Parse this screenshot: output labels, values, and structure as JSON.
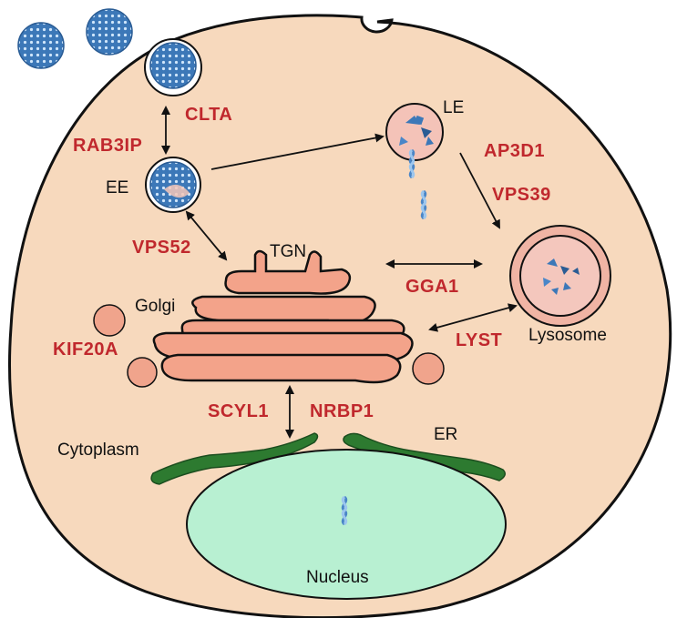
{
  "labels": {
    "ee": "EE",
    "le": "LE",
    "tgn": "TGN",
    "golgi": "Golgi",
    "lysosome": "Lysosome",
    "cytoplasm": "Cytoplasm",
    "er": "ER",
    "nucleus": "Nucleus"
  },
  "genes": {
    "clta": "CLTA",
    "rab3ip": "RAB3IP",
    "ap3d1": "AP3D1",
    "vps39": "VPS39",
    "vps52": "VPS52",
    "gga1": "GGA1",
    "kif20a": "KIF20A",
    "lyst": "LYST",
    "scyl1": "SCYL1",
    "nrbp1": "NRBP1"
  },
  "colors": {
    "cell": "#f7d9bd",
    "golgi": "#f3a38a",
    "golgi_stroke": "#111111",
    "vesicle": "#f0a48c",
    "le_fill": "#f4c3b8",
    "lysosome_ring": "#f0b4a4",
    "lysosome_inner": "#f4c7bd",
    "er": "#2d7a30",
    "nucleus": "#b8f0d2",
    "virus": "#3c78b8",
    "gene_text": "#c0282d"
  },
  "icons": [
    "virus-particle-icon",
    "dna-helix-icon",
    "endosome-icon",
    "lysosome-icon"
  ]
}
